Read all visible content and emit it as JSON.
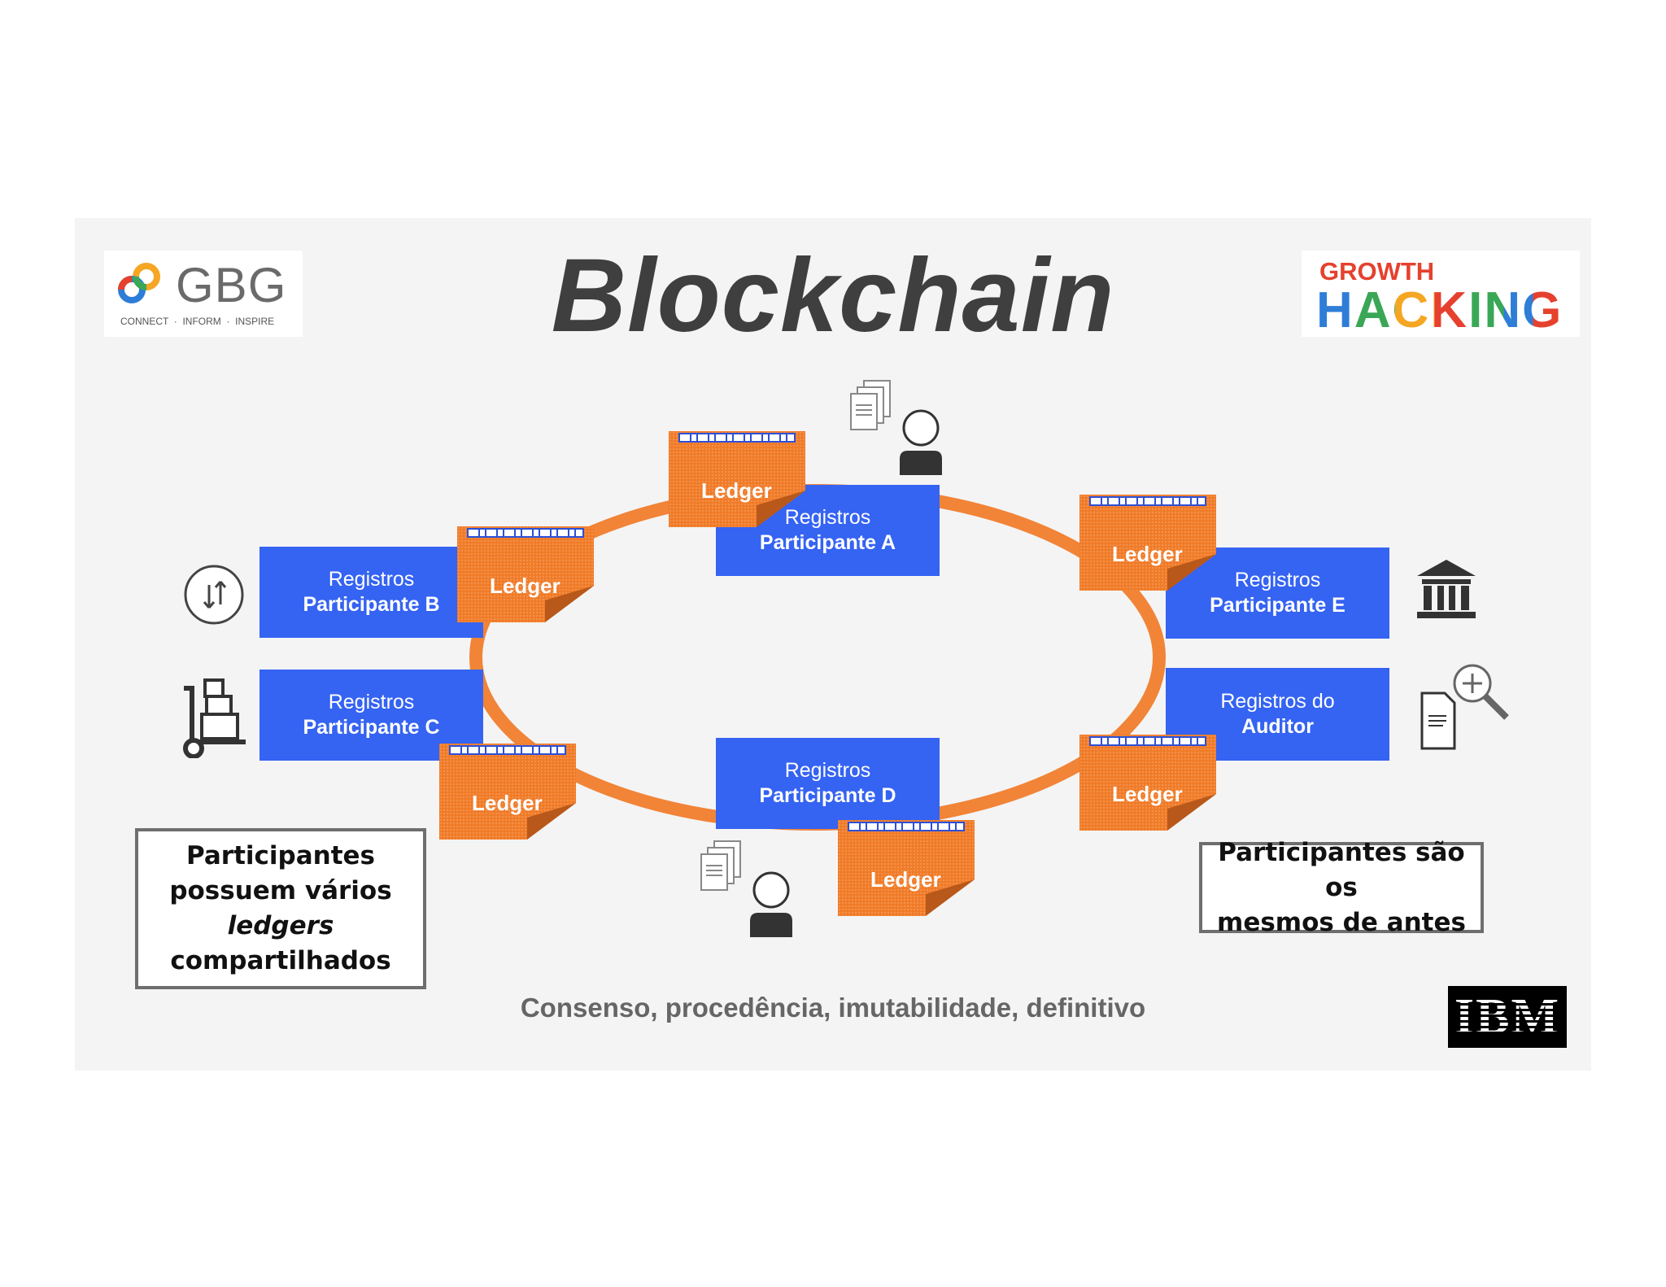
{
  "title": "Blockchain",
  "logos": {
    "gbg": {
      "name": "GBG",
      "tagline": "CONNECT  ·  INFORM  ·  INSPIRE"
    },
    "growth": {
      "line1": "GROWTH",
      "line2": "HACKING"
    },
    "ibm": "IBM"
  },
  "participants": {
    "a": {
      "line1": "Registros",
      "line2": "Participante A"
    },
    "b": {
      "line1": "Registros",
      "line2": "Participante B"
    },
    "c": {
      "line1": "Registros",
      "line2": "Participante C"
    },
    "d": {
      "line1": "Registros",
      "line2": "Participante D"
    },
    "e": {
      "line1": "Registros",
      "line2": "Participante E"
    },
    "auditor": {
      "line1": "Registros do",
      "line2": "Auditor"
    }
  },
  "ledger_label": "Ledger",
  "notes": {
    "left": {
      "l1": "Participantes",
      "l2": "possuem vários",
      "l3": "ledgers",
      "l4": "compartilhados"
    },
    "right": {
      "l1": "Participantes são os",
      "l2": "mesmos de antes"
    }
  },
  "footer": "Consenso, procedência, imutabilidade, definitivo",
  "colors": {
    "participant_box": "#3563f2",
    "ledger": "#f07a26",
    "ring": "#f07a26"
  }
}
